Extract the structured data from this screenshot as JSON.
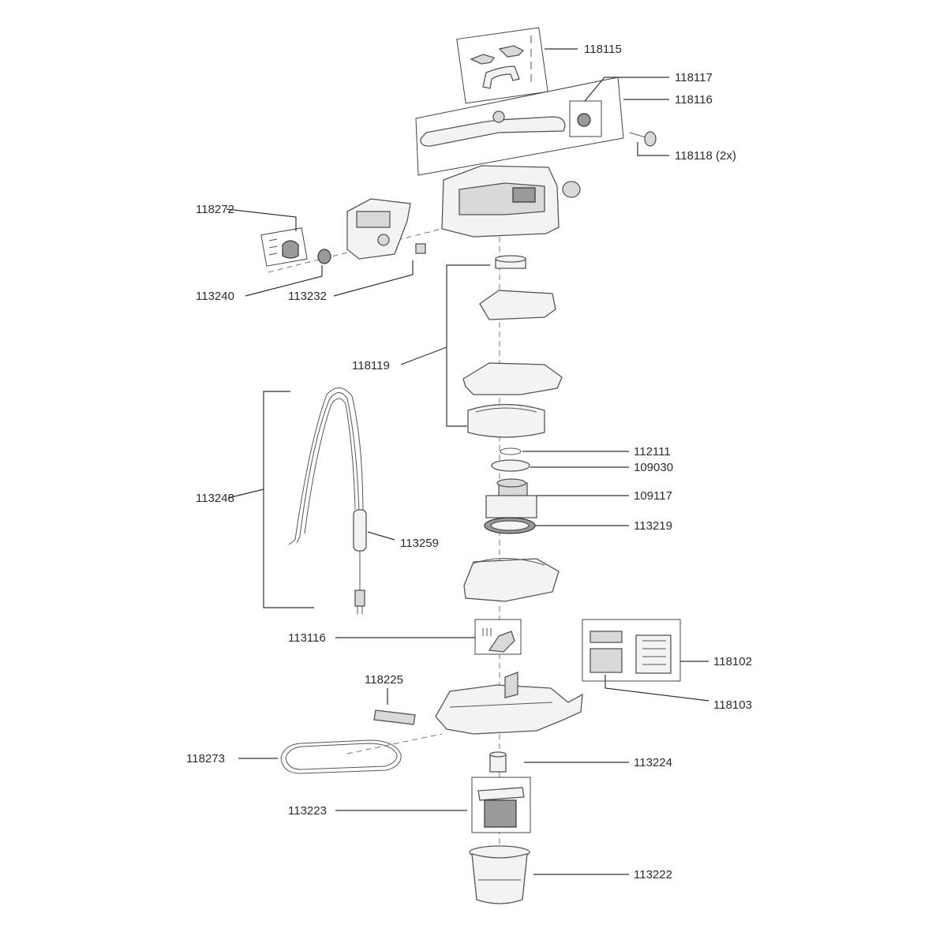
{
  "labels": {
    "p118115": "118115",
    "p118117": "118117",
    "p118116": "118116",
    "p118118": "118118 (2x)",
    "p118272": "118272",
    "p113240": "113240",
    "p113232": "113232",
    "p118119": "118119",
    "p112111": "112111",
    "p109030": "109030",
    "p109117": "109117",
    "p113219": "113219",
    "p113248": "113248",
    "p113259": "113259",
    "p113116": "113116",
    "p118225": "118225",
    "p118102": "118102",
    "p118103": "118103",
    "p118273": "118273",
    "p113224": "113224",
    "p113223": "113223",
    "p113222": "113222"
  }
}
